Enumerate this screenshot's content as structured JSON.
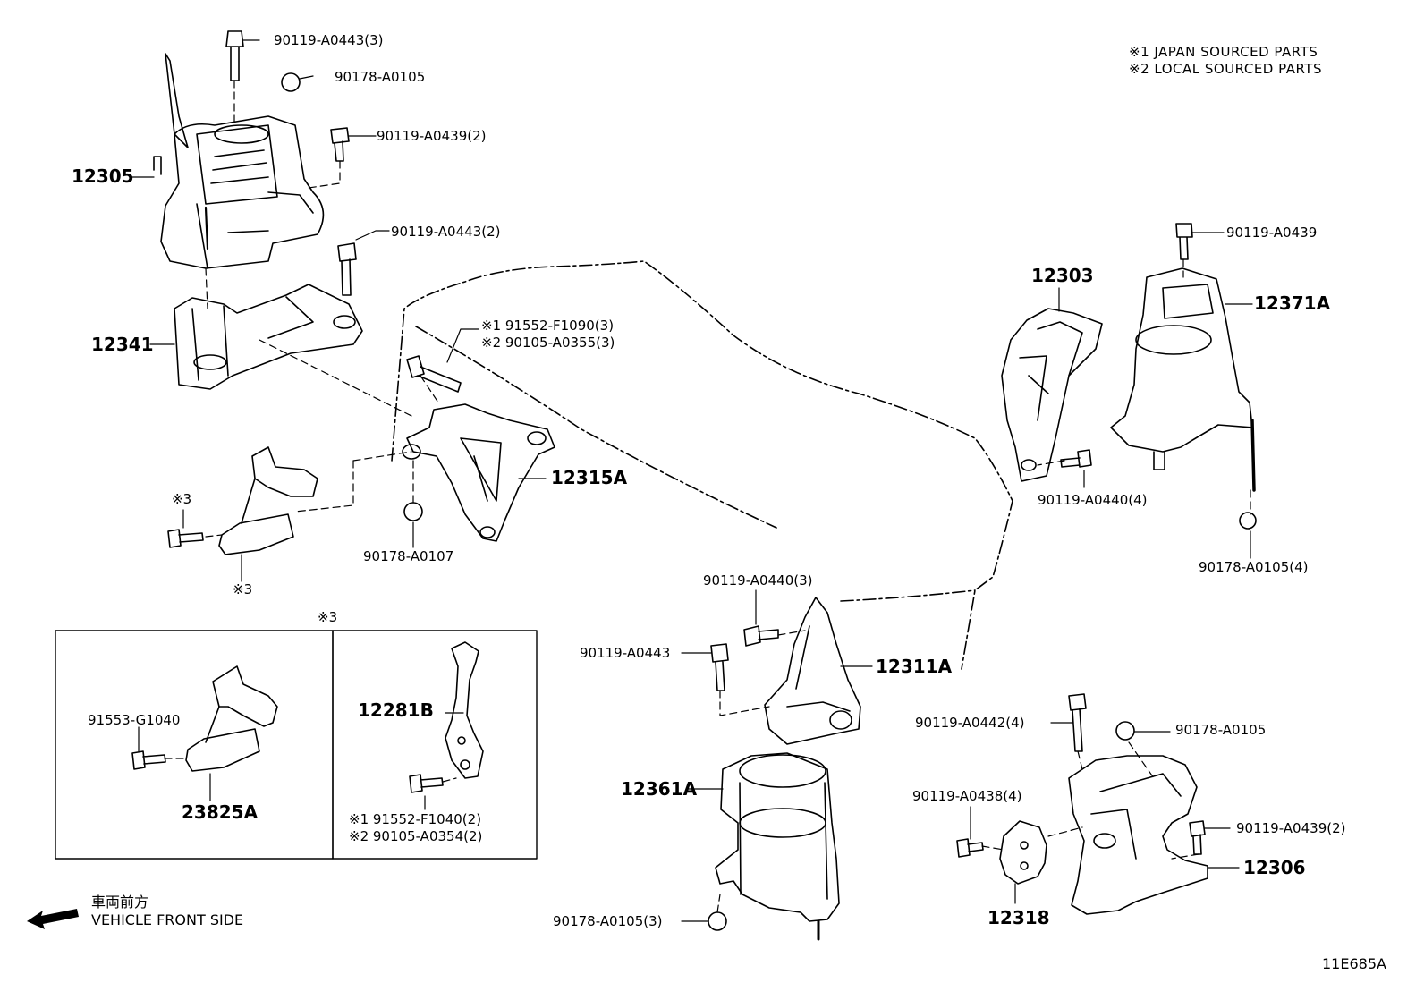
{
  "legend": {
    "note1": "※1  JAPAN SOURCED PARTS",
    "note2": "※2  LOCAL SOURCED PARTS"
  },
  "parts": {
    "p12305": "12305",
    "p12341": "12341",
    "p12303": "12303",
    "p12371A": "12371A",
    "p12315A": "12315A",
    "p12311A": "12311A",
    "p12361A": "12361A",
    "p12306": "12306",
    "p12318": "12318",
    "p12281B": "12281B",
    "p23825A": "23825A"
  },
  "bolts": {
    "b1": "90119-A0443(3)",
    "b2": "90178-A0105",
    "b3": "90119-A0439(2)",
    "b4": "90119-A0443(2)",
    "b5": "90119-A0439",
    "b6": "90119-A0440(4)",
    "b7": "90178-A0105(4)",
    "b8a": "※1  91552-F1090(3)",
    "b8b": "※2  90105-A0355(3)",
    "b9": "90178-A0107",
    "b10": "90119-A0440(3)",
    "b11": "90119-A0443",
    "b12": "90119-A0442(4)",
    "b13": "90178-A0105",
    "b14": "90119-A0438(4)",
    "b15": "90119-A0439(2)",
    "b16": "90178-A0105(3)",
    "b17": "91553-G1040",
    "b18a": "※1  91552-F1040(2)",
    "b18b": "※2  90105-A0354(2)"
  },
  "marks": {
    "m3a": "※3",
    "m3b": "※3",
    "m3c": "※3"
  },
  "footer": {
    "jp": "車両前方",
    "en": "VEHICLE FRONT SIDE",
    "code": "11E685A"
  }
}
